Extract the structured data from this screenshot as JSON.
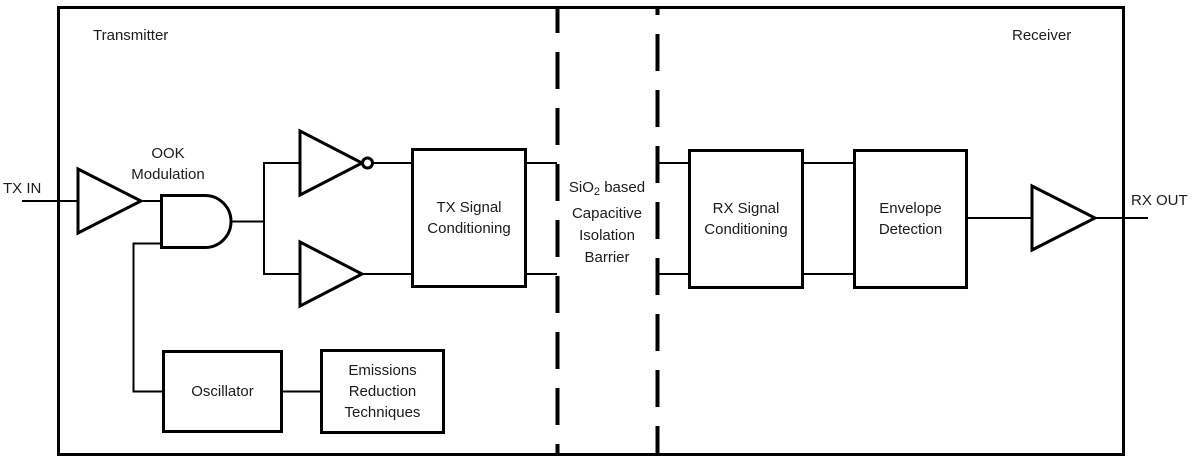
{
  "regions": {
    "transmitter": "Transmitter",
    "receiver": "Receiver"
  },
  "ports": {
    "tx_in": "TX IN",
    "rx_out": "RX OUT"
  },
  "annotations": {
    "ook_modulation": {
      "line1": "OOK",
      "line2": "Modulation"
    }
  },
  "barrier": {
    "line1_prefix": "SiO",
    "line1_sub": "2",
    "line1_suffix": " based",
    "line2": "Capacitive",
    "line3": "Isolation",
    "line4": "Barrier"
  },
  "blocks": {
    "tx_signal_conditioning": {
      "line1": "TX Signal",
      "line2": "Conditioning"
    },
    "rx_signal_conditioning": {
      "line1": "RX Signal",
      "line2": "Conditioning"
    },
    "envelope_detection": {
      "line1": "Envelope",
      "line2": "Detection"
    },
    "oscillator": {
      "line1": "Oscillator"
    },
    "emissions_reduction": {
      "line1": "Emissions",
      "line2": "Reduction",
      "line3": "Techniques"
    }
  },
  "symbols": {
    "input_buffer": "buffer-gate",
    "and_gate": "and-gate",
    "top_inverter": "inverter-gate-with-bubble",
    "bottom_buffer": "buffer-gate",
    "output_buffer": "buffer-gate",
    "isolation_barrier": "dashed-vertical-lines"
  },
  "colors": {
    "line": "#000000",
    "text": "#1b1b1b",
    "background": "#ffffff"
  }
}
